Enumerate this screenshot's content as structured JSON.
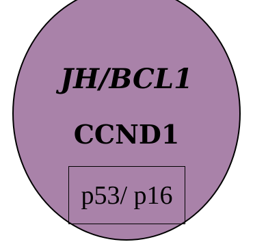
{
  "diagram": {
    "fill_color": "#a982a9",
    "outline_color": "#000000",
    "gene_label": "JH/BCL1",
    "protein_label": "CCND1",
    "boxed_label": "p53/ p16"
  }
}
